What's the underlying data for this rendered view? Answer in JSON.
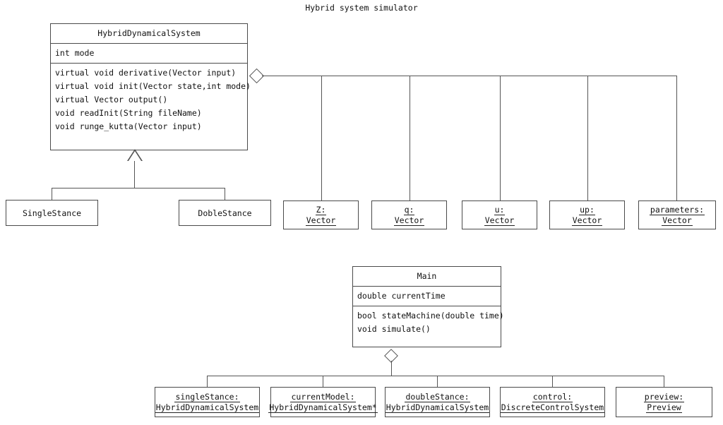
{
  "diagram": {
    "title": "Hybrid system simulator",
    "type": "uml-class-diagram"
  },
  "classes": {
    "hybrid_dynamical_system": {
      "name": "HybridDynamicalSystem",
      "attributes": [
        "int mode"
      ],
      "operations": [
        "virtual void derivative(Vector input)",
        "virtual void init(Vector state,int mode)",
        "virtual Vector output()",
        "void readInit(String fileName)",
        "void runge_kutta(Vector input)"
      ]
    },
    "main": {
      "name": "Main",
      "attributes": [
        "double currentTime"
      ],
      "operations": [
        "bool stateMachine(double time)",
        "void simulate()"
      ]
    }
  },
  "subclasses": [
    {
      "name": "SingleStance"
    },
    {
      "name": "DobleStance"
    }
  ],
  "hds_members": [
    {
      "name": "Z:",
      "type": "Vector"
    },
    {
      "name": "q:",
      "type": "Vector"
    },
    {
      "name": "u:",
      "type": "Vector"
    },
    {
      "name": "up:",
      "type": "Vector"
    },
    {
      "name": "parameters:",
      "type": "Vector"
    }
  ],
  "main_members": [
    {
      "name": "singleStance:",
      "type": "HybridDynamicalSystem"
    },
    {
      "name": "currentModel:",
      "type": "HybridDynamicalSystem*"
    },
    {
      "name": "doubleStance:",
      "type": "HybridDynamicalSystem"
    },
    {
      "name": "control:",
      "type": "DiscreteControlSystem"
    },
    {
      "name": "preview:",
      "type": "Preview"
    }
  ],
  "colors": {
    "line": "#555555",
    "border": "#4a4a4a",
    "text": "#111111",
    "background": "#ffffff"
  }
}
